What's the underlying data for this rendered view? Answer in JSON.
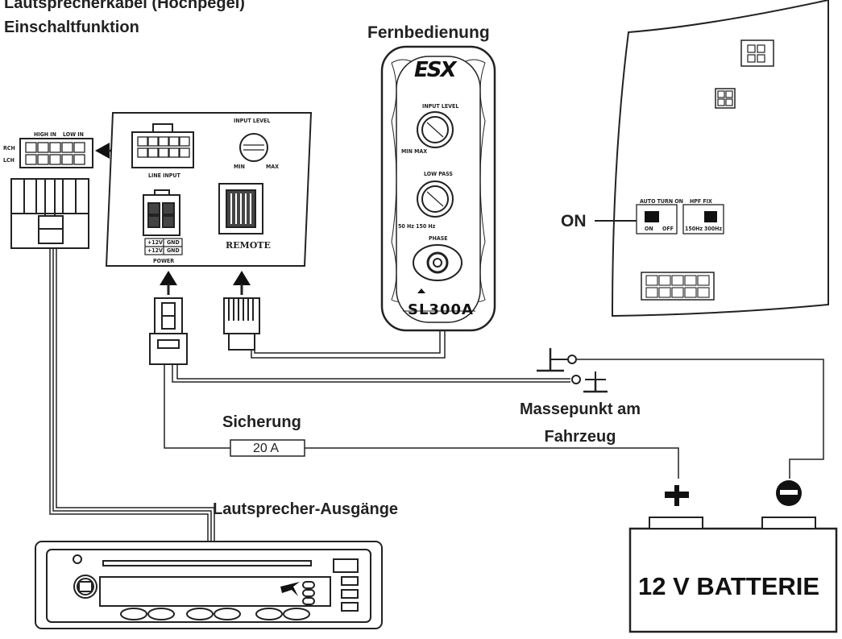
{
  "labels": {
    "top_cut": "Lautsprecherkabel (Hochpegel)",
    "switch_on": "Einschaltfunktion",
    "remote": "Fernbedienung",
    "on": "ON",
    "fuse_title": "Sicherung",
    "fuse_value": "20 A",
    "ground_1": "Massepunkt am",
    "ground_2": "Fahrzeug",
    "speaker_out": "Lautsprecher-Ausgänge",
    "battery": "12 V BATTERIE"
  },
  "panel": {
    "input_level": "INPUT LEVEL",
    "min": "MIN",
    "max": "MAX",
    "line_input": "LINE INPUT",
    "power": "POWER",
    "remote": "REMOTE",
    "p12v_a": "+12V",
    "gnd_a": "GND",
    "p12v_b": "+12V",
    "gnd_b": "GND"
  },
  "remote_ctrl": {
    "brand": "ESX",
    "input_level": "INPUT LEVEL",
    "min_max": "MIN MAX",
    "low_pass": "LOW PASS",
    "freq": "50 Hz 150 Hz",
    "phase": "PHASE",
    "model": "SL300A"
  },
  "side_panel": {
    "auto_turn_on": "AUTO TURN ON",
    "on": "ON",
    "off": "OFF",
    "hpf": "HPF  FIX",
    "f1": "150Hz",
    "f2": "300Hz"
  },
  "connector": {
    "high": "HIGH IN",
    "low": "LOW IN",
    "r": "RCH",
    "l": "LCH"
  }
}
